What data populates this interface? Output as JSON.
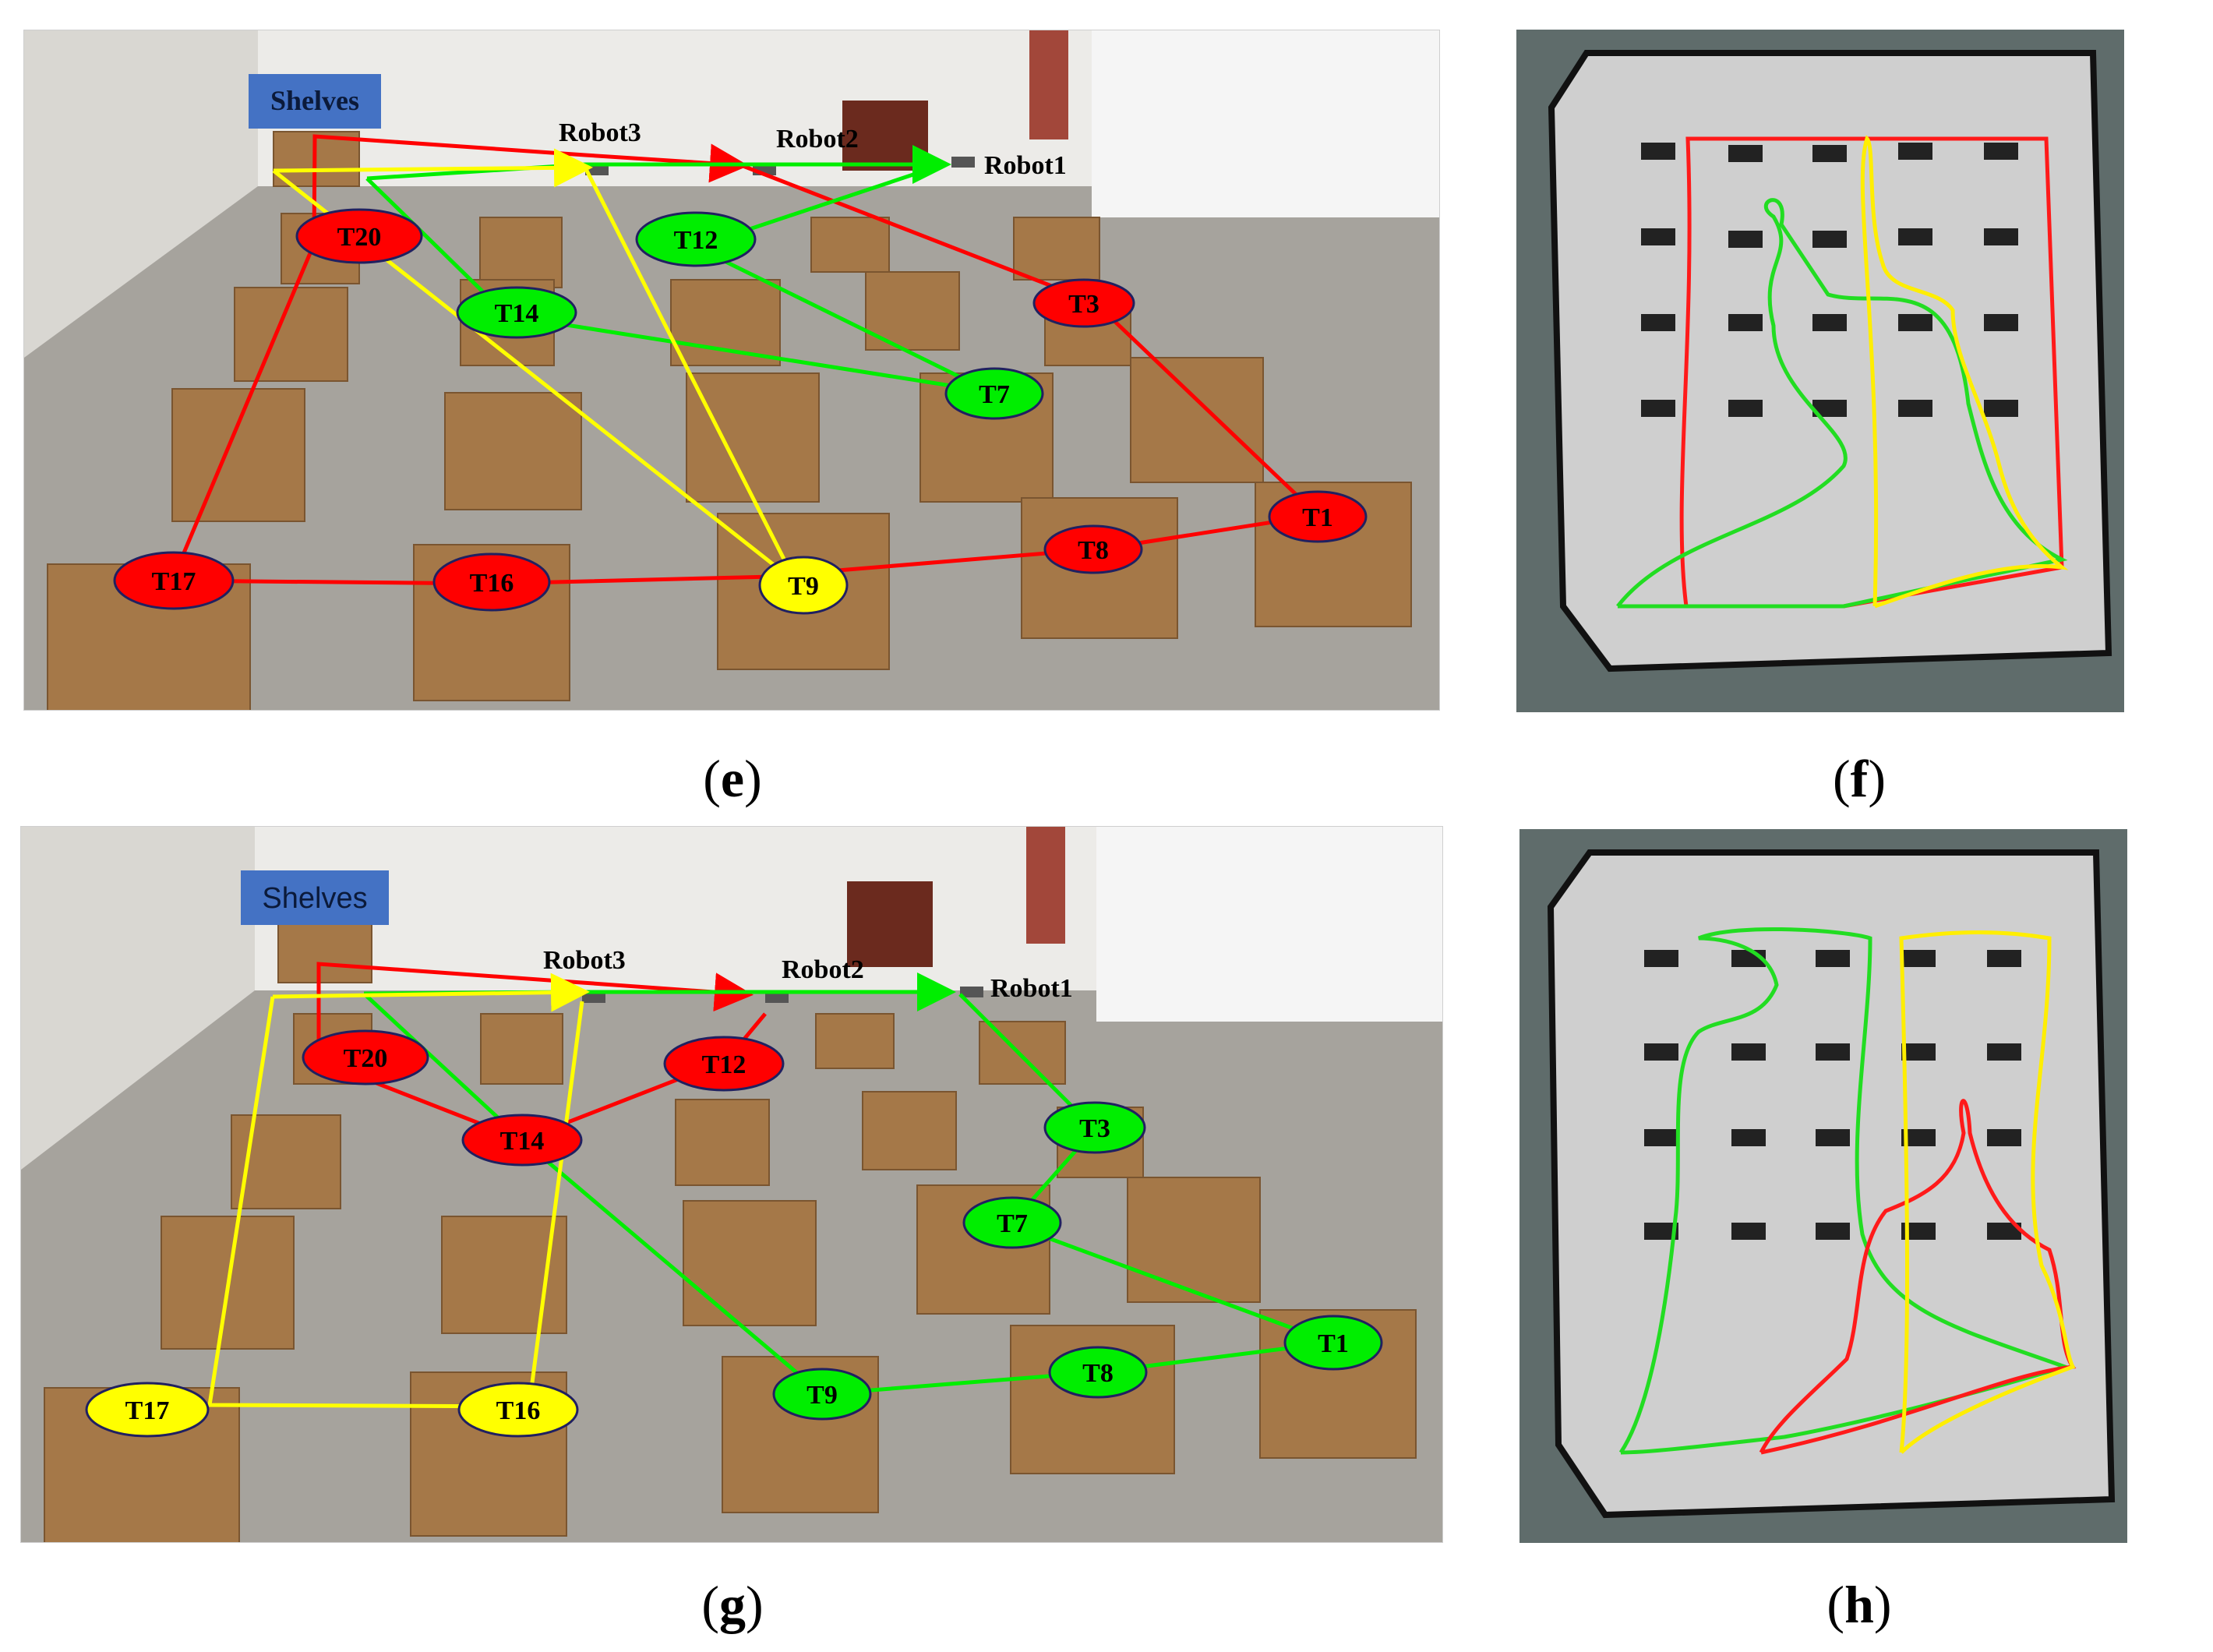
{
  "captions": {
    "e": "e",
    "f": "f",
    "g": "g",
    "h": "h"
  },
  "photo_e": {
    "shelves": "Shelves",
    "robots": [
      "Robot3",
      "Robot2",
      "Robot1"
    ],
    "tasks": {
      "T20": "T20",
      "T12": "T12",
      "T14": "T14",
      "T3": "T3",
      "T7": "T7",
      "T1": "T1",
      "T8": "T8",
      "T9": "T9",
      "T16": "T16",
      "T17": "T17"
    }
  },
  "photo_g": {
    "shelves": "Shelves",
    "robots": [
      "Robot3",
      "Robot2",
      "Robot1"
    ],
    "tasks": {
      "T20": "T20",
      "T12": "T12",
      "T14": "T14",
      "T3": "T3",
      "T7": "T7",
      "T1": "T1",
      "T8": "T8",
      "T9": "T9",
      "T16": "T16",
      "T17": "T17"
    }
  },
  "colors": {
    "red": "#ff0000",
    "green": "#00ee00",
    "yellow": "#ffff00",
    "shelves": "#4472c4",
    "box": "#a57848"
  }
}
